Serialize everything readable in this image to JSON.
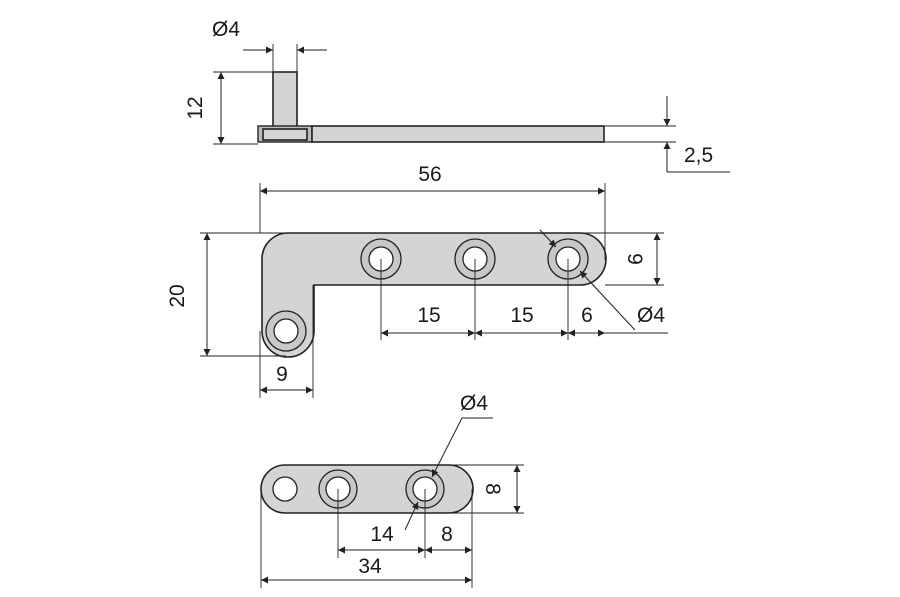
{
  "dimensions": {
    "top_pin_diameter": "Ø4",
    "top_pin_height": "12",
    "top_thickness": "2,5",
    "mid_length": "56",
    "mid_height": "20",
    "mid_arm_width": "9",
    "mid_spacing_1": "15",
    "mid_spacing_2": "15",
    "mid_end_offset": "6",
    "mid_hole_diameter": "Ø4",
    "mid_strip_height": "9",
    "bottom_hole_diameter": "Ø4",
    "bottom_height": "8",
    "bottom_spacing": "14",
    "bottom_end_offset": "8",
    "bottom_length": "34"
  },
  "colors": {
    "part_fill": "#d4d4d4",
    "line": "#222222"
  }
}
